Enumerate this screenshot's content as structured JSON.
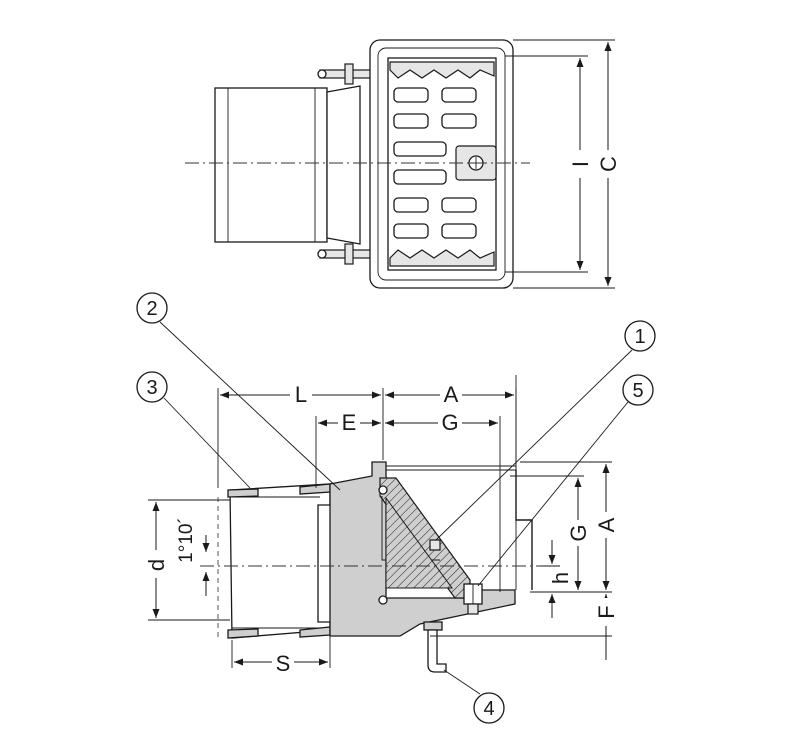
{
  "dimensions": {
    "C": "C",
    "I": "I",
    "L": "L",
    "A_top": "A",
    "E": "E",
    "G_top": "G",
    "G_side": "G",
    "A_side": "A",
    "h": "h",
    "F": "F",
    "d": "d",
    "S": "S",
    "angle": "1°10´"
  },
  "callouts": [
    "1",
    "2",
    "3",
    "4",
    "5"
  ]
}
